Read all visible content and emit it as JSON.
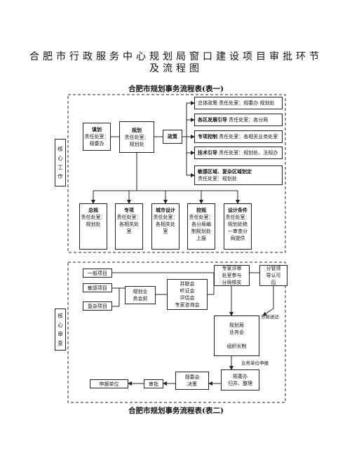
{
  "page": {
    "title_line1": "合肥市行政服务中心规划局窗口建设项目审批环节",
    "title_line2": "及流程图"
  },
  "chart1": {
    "caption": "合肥市规划事务流程表(表一)",
    "side_label": [
      "核",
      "心",
      "工",
      "作"
    ],
    "nodes": {
      "mouhua": {
        "title": "谋划",
        "lines": [
          "责任处室：",
          "规委办"
        ]
      },
      "guihua": {
        "title": "规划",
        "lines": [
          "责任处室：",
          "规划处"
        ]
      },
      "zhengce": {
        "title": "政策"
      },
      "zongti": {
        "title": "总体政策",
        "lines": [
          "责任处室：规委办 规划处"
        ]
      },
      "gequ": {
        "title": "各区发展引导",
        "lines": [
          "责任处室：各分局"
        ]
      },
      "zhuanxiang": {
        "title": "专项控制",
        "lines": [
          "责任处室：各相关业务处室"
        ]
      },
      "jishu": {
        "title": "技术引导",
        "lines": [
          "责任处室：规划处、法规办"
        ]
      },
      "mingan": {
        "title": "敏感区域、复杂区域划定",
        "lines": [
          "责任处室：规划处"
        ]
      },
      "zonggui": {
        "title": "总规",
        "lines": [
          "责任处室：",
          "规划处"
        ]
      },
      "zhuanxiang2": {
        "title": "专项",
        "lines": [
          "责任处室：",
          "各相关处",
          "室"
        ]
      },
      "chengshi": {
        "title": "城市设计",
        "lines": [
          "责任处室：",
          "各相关处",
          "室"
        ]
      },
      "kongui": {
        "title": "控规",
        "lines": [
          "责任处室：",
          "各分局编",
          "制规划处",
          "上报"
        ]
      },
      "sheji": {
        "title": "设计条件",
        "lines": [
          "责任处室：",
          "规划处统",
          "一审查分",
          "局提供"
        ]
      }
    }
  },
  "chart2": {
    "caption": "合肥市规划事务流程表(表二)",
    "side_label": [
      "核",
      "心",
      "审",
      "查"
    ],
    "nodes": {
      "yiban": "一般项目",
      "mingan": "敏感项目",
      "fuza": "复杂项目",
      "ywh": [
        "规划业",
        "务会前"
      ],
      "pizhun": [
        "并联会",
        "听证会",
        "评估会",
        "专家咨询会"
      ],
      "zhuanjia": [
        "专家评审",
        "处室参与",
        "分局核实"
      ],
      "fenguan": [
        "分管领",
        "导认可",
        "后"
      ],
      "guihuaju": [
        "规划局",
        "业务会",
        "",
        "组织长制"
      ],
      "guiweihui": [
        "规委会",
        "决策"
      ],
      "guiweiban": [
        "规委办",
        "归并、整理"
      ],
      "shenbao": "申报单位",
      "shenpi": "审批"
    },
    "labels": {
      "fenju": "分局送达",
      "yewu": "业务单位申报"
    }
  }
}
